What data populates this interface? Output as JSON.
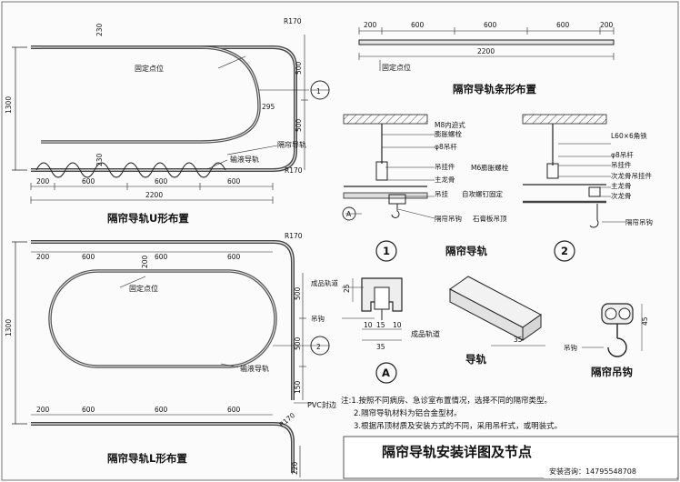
{
  "sheet": {
    "title": "隔帘导轨安装详图及节点",
    "contact": "安装咨询：14795548708"
  },
  "u_layout": {
    "title": "隔帘导轨U形布置",
    "height_dim": "1300",
    "dims_top": [
      "230",
      "R170",
      "500",
      "500",
      "295",
      "230",
      "R170"
    ],
    "dims_bottom": [
      "200",
      "600",
      "600",
      "600"
    ],
    "total": "2200",
    "fixed_point": "固定点位",
    "track_label": "隔帘导轨",
    "curtain_label": "输液导轨",
    "callout": "1"
  },
  "l_layout": {
    "title": "隔帘导轨L形布置",
    "height_dim": "1300",
    "dims_top": [
      "200",
      "600",
      "200",
      "600",
      "600",
      "R170"
    ],
    "dims_side": [
      "500",
      "500",
      "150"
    ],
    "dims_bottom": [
      "200",
      "600",
      "600",
      "600",
      "R170"
    ],
    "fixed_point": "固定点位",
    "curtain_label": "输液导轨",
    "pvc_label": "PVC封边",
    "side_dim": "220",
    "callout": "2"
  },
  "strip_layout": {
    "title": "隔帘导轨条形布置",
    "dims": [
      "200",
      "600",
      "600",
      "600",
      "200"
    ],
    "total": "2200",
    "fixed_point": "固定点位"
  },
  "detail1": {
    "labels": [
      "M8内迫式",
      "膨胀螺栓",
      "φ8吊杆",
      "吊挂件",
      "主龙骨",
      "吊挂",
      "自攻螺钉固定",
      "隔帘吊钩",
      "石膏板吊顶"
    ],
    "callout_a": "A",
    "number": "1"
  },
  "detail2": {
    "labels": [
      "L60×6角铁",
      "φ8吊杆",
      "吊挂件",
      "次龙骨吊挂件",
      "主龙骨",
      "次龙骨",
      "M6膨胀螺栓",
      "隔帘吊钩"
    ],
    "number": "2"
  },
  "rail_title": "隔帘导轨",
  "section_a": {
    "labels": [
      "成品轨道",
      "吊钩"
    ],
    "dims": [
      "25",
      "10",
      "15",
      "10",
      "35"
    ],
    "letter": "A"
  },
  "rail_3d": {
    "label": "导轨",
    "sub": "成品轨道",
    "dim": "35"
  },
  "hook": {
    "label": "隔帘吊钩",
    "sub": "吊钩",
    "dim": "45"
  },
  "notes": [
    "注:1.按照不同病房、急诊室布置情况，选择不同的隔帘类型。",
    "2.隔帘导轨材料为铝合金型材。",
    "3.根据吊顶材质及安装方式的不同，采用吊杆式，或明装式。"
  ]
}
